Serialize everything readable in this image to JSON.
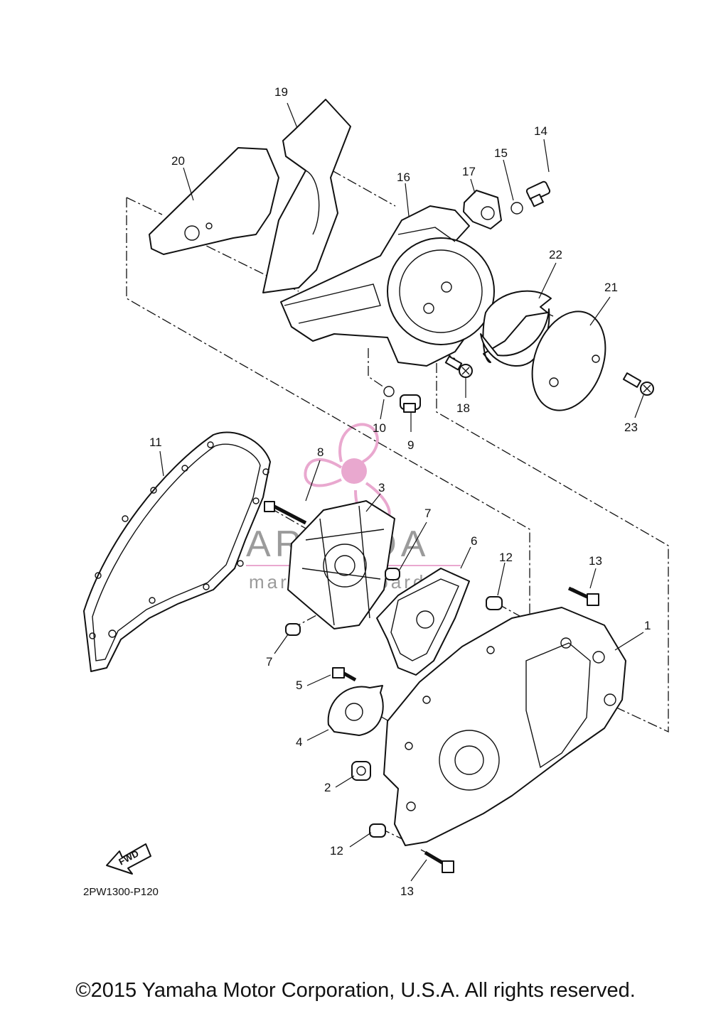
{
  "diagram": {
    "code": "2PW1300-P120",
    "copyright": "©2015 Yamaha Motor Corporation, U.S.A. All rights reserved.",
    "fwd_label": "FWD",
    "watermark": {
      "brand": "ARMADA",
      "tagline": "marine outboards",
      "colors": {
        "logo": "#e69ac7",
        "text": "#8a8a8a"
      }
    },
    "callouts": [
      {
        "id": "c1",
        "number": "1"
      },
      {
        "id": "c2",
        "number": "2"
      },
      {
        "id": "c3",
        "number": "3"
      },
      {
        "id": "c4",
        "number": "4"
      },
      {
        "id": "c5",
        "number": "5"
      },
      {
        "id": "c6",
        "number": "6"
      },
      {
        "id": "c7a",
        "number": "7"
      },
      {
        "id": "c7b",
        "number": "7"
      },
      {
        "id": "c8",
        "number": "8"
      },
      {
        "id": "c9",
        "number": "9"
      },
      {
        "id": "c10",
        "number": "10"
      },
      {
        "id": "c11",
        "number": "11"
      },
      {
        "id": "c12a",
        "number": "12"
      },
      {
        "id": "c12b",
        "number": "12"
      },
      {
        "id": "c13a",
        "number": "13"
      },
      {
        "id": "c13b",
        "number": "13"
      },
      {
        "id": "c14",
        "number": "14"
      },
      {
        "id": "c15",
        "number": "15"
      },
      {
        "id": "c16",
        "number": "16"
      },
      {
        "id": "c17",
        "number": "17"
      },
      {
        "id": "c18",
        "number": "18"
      },
      {
        "id": "c19",
        "number": "19"
      },
      {
        "id": "c20",
        "number": "20"
      },
      {
        "id": "c21",
        "number": "21"
      },
      {
        "id": "c22",
        "number": "22"
      },
      {
        "id": "c23",
        "number": "23"
      }
    ]
  }
}
